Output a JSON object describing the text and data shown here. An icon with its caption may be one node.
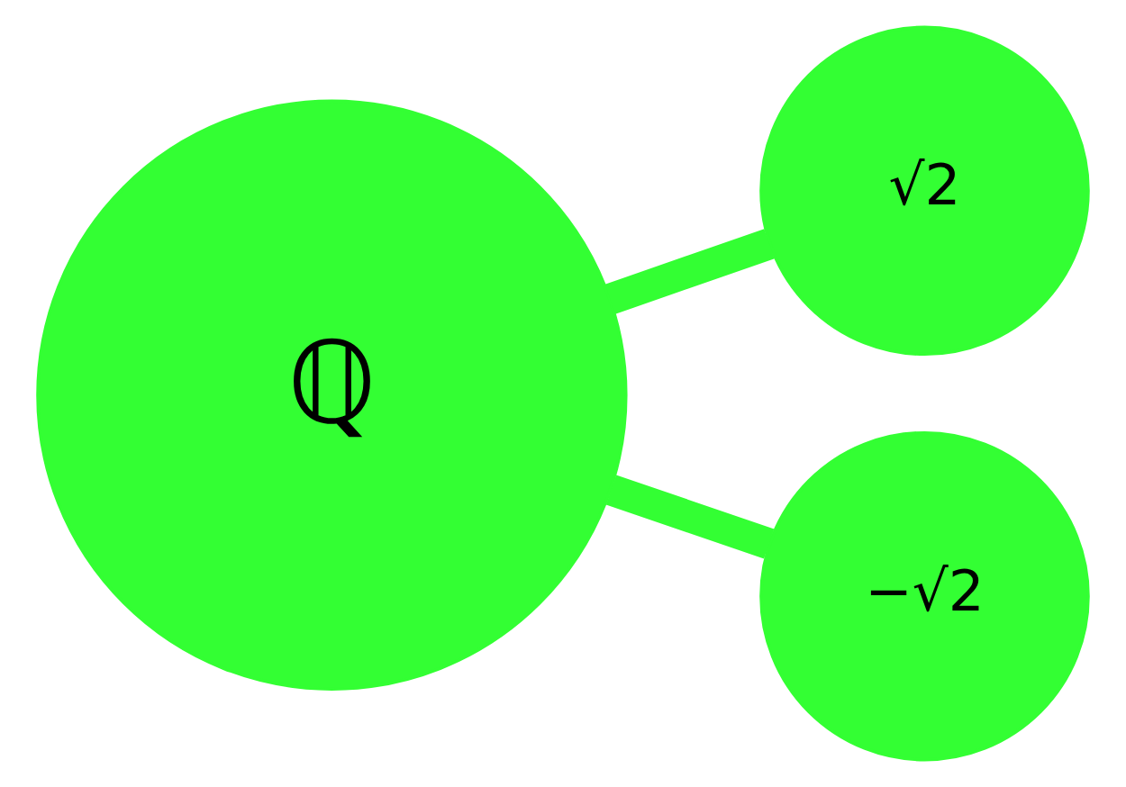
{
  "diagram": {
    "nodes": [
      {
        "text": [
          "ℚ"
        ]
      },
      {
        "text": [
          "√2"
        ]
      },
      {
        "text": [
          "−√2"
        ]
      }
    ],
    "edges": [
      {
        "from": 0,
        "to": 1,
        "arrow": "none"
      },
      {
        "from": 0,
        "to": 2,
        "arrow": "none"
      }
    ]
  }
}
